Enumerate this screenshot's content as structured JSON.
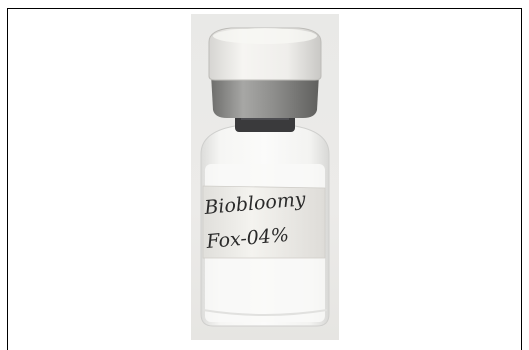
{
  "image": {
    "subject": "vial",
    "label_lines": [
      "Biobloomy",
      "Fox-04%"
    ],
    "colors": {
      "background": "#ebebe9",
      "cap": "#f2f1ee",
      "crimp": "#8a8a88",
      "stopper": "#3a3a3c",
      "glass": "#f7f7f5",
      "ink": "#2a2a2a"
    }
  }
}
